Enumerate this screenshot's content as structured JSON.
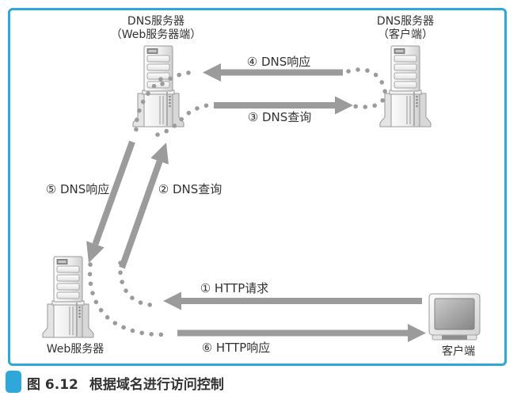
{
  "colors": {
    "accent_blue": "#2fa7d9",
    "arrow_gray": "#9b9b9b",
    "text_dark": "#333333"
  },
  "nodes": {
    "dns_web": {
      "line1": "DNS服务器",
      "line2": "（Web服务器端）"
    },
    "dns_client": {
      "line1": "DNS服务器",
      "line2": "（客户端）"
    },
    "web_server": {
      "label": "Web服务器"
    },
    "client": {
      "label": "客户端"
    }
  },
  "flows": {
    "step1": {
      "label": "① HTTP请求",
      "from": "客户端",
      "to": "Web服务器"
    },
    "step2": {
      "label": "② DNS查询",
      "from": "Web服务器",
      "to": "DNS服务器（Web服务器端）"
    },
    "step3": {
      "label": "③ DNS查询",
      "from": "DNS服务器（Web服务器端）",
      "to": "DNS服务器（客户端）"
    },
    "step4": {
      "label": "④ DNS响应",
      "from": "DNS服务器（客户端）",
      "to": "DNS服务器（Web服务器端）"
    },
    "step5": {
      "label": "⑤ DNS响应",
      "from": "DNS服务器（Web服务器端）",
      "to": "Web服务器"
    },
    "step6": {
      "label": "⑥ HTTP响应",
      "from": "Web服务器",
      "to": "客户端"
    }
  },
  "caption": {
    "figure": "图 6.12",
    "title": "根据域名进行访问控制"
  }
}
